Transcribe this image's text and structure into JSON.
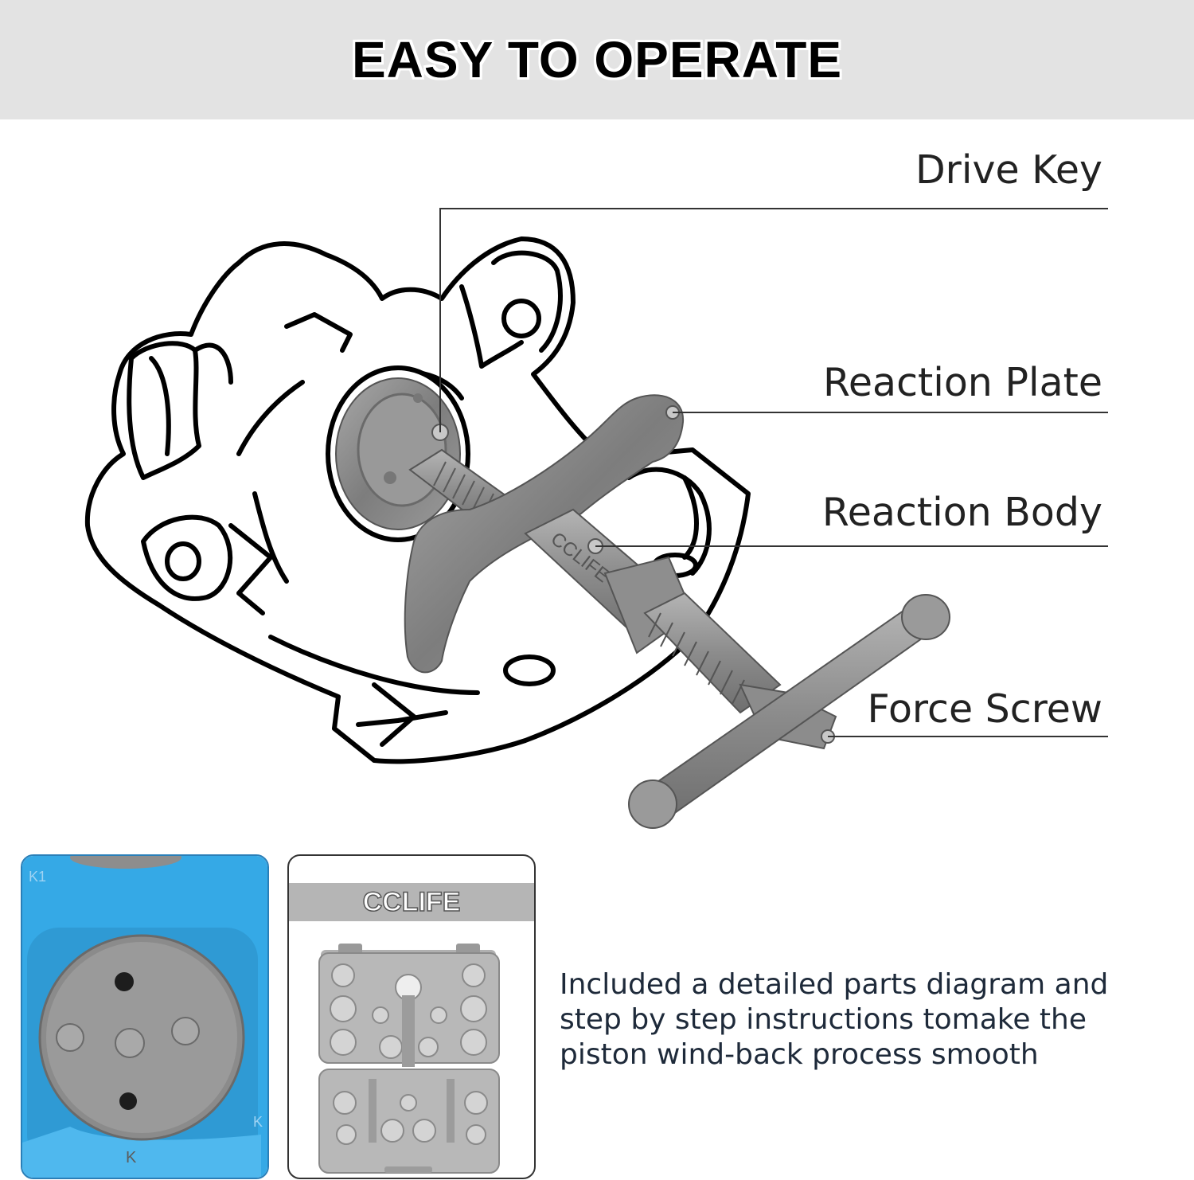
{
  "banner": {
    "title": "EASY TO OPERATE"
  },
  "diagram": {
    "labels": {
      "drive_key": "Drive Key",
      "reaction_plate": "Reaction Plate",
      "reaction_body": "Reaction Body",
      "force_screw": "Force Screw"
    },
    "tool_engraving": "CCLIFE"
  },
  "thumbnails": {
    "blue_tray": {
      "marks": [
        "K1",
        "K",
        "K"
      ]
    },
    "case": {
      "brand": "CCLIFE"
    }
  },
  "caption": "Included a detailed parts diagram and step by step instructions tomake the piston wind-back process smooth",
  "colors": {
    "banner_bg": "#e3e3e3",
    "tray_blue": "#35a9e6",
    "steel": "#8a8a8a"
  }
}
